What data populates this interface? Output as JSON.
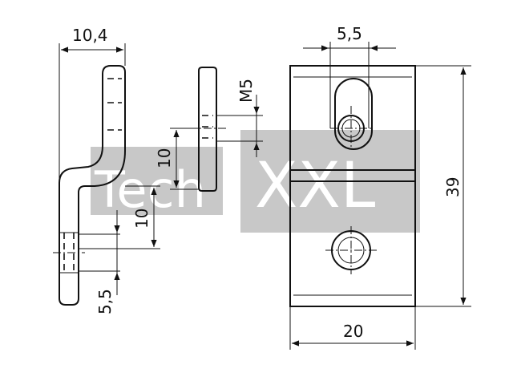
{
  "watermark": {
    "text_left": "Tech",
    "text_right": "XXL"
  },
  "dimensions": {
    "side_width": "10,4",
    "bend_offset": "10",
    "hole_pitch_side": "5,5",
    "plate_hole_pitch": "10",
    "thread": "M5",
    "slot_width": "5,5",
    "height": "39",
    "width": "20"
  },
  "colors": {
    "line": "#111111",
    "watermark_bg": "#c8c8c8",
    "watermark_text": "#ffffff"
  }
}
